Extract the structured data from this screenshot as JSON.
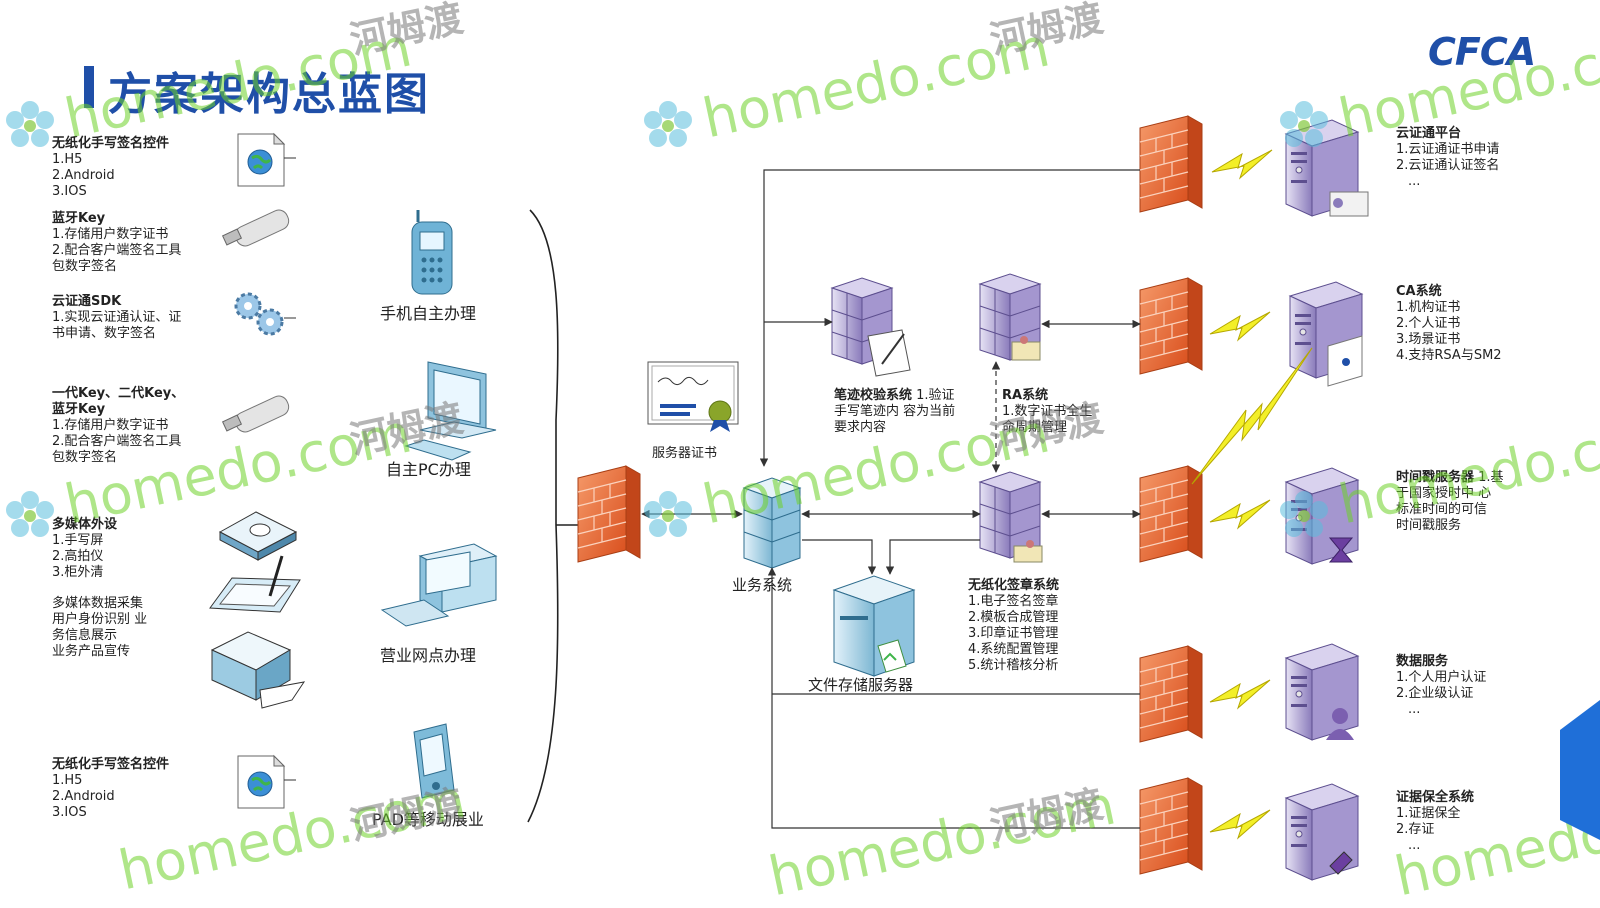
{
  "title": "方案架构总蓝图",
  "logo": "CFCA",
  "left_items": [
    {
      "heading": "无纸化手写签名控件",
      "lines": [
        "1.H5",
        "2.Android",
        "3.IOS"
      ]
    },
    {
      "heading": "蓝牙Key",
      "lines": [
        "1.存储用户数字证书",
        "2.配合客户端签名工具",
        "包数字签名"
      ]
    },
    {
      "heading": "云证通SDK",
      "lines": [
        "1.实现云证通认证、证",
        "书申请、数字签名"
      ]
    },
    {
      "heading": "一代Key、二代Key、",
      "heading2": "蓝牙Key",
      "lines": [
        "1.存储用户数字证书",
        "2.配合客户端签名工具",
        "包数字签名"
      ]
    },
    {
      "heading": "多媒体外设",
      "lines": [
        "1.手写屏",
        "2.高拍仪",
        "3.柜外清"
      ]
    },
    {
      "heading": "",
      "lines": [
        "多媒体数据采集",
        "用户身份识别 业",
        "务信息展示",
        "业务产品宣传"
      ]
    },
    {
      "heading": "无纸化手写签名控件",
      "lines": [
        "1.H5",
        "2.Android",
        "3.IOS"
      ]
    }
  ],
  "channels": [
    "手机自主办理",
    "自主PC办理",
    "营业网点办理",
    "PAD等移动展业"
  ],
  "center": {
    "server_cert": "服务器证书",
    "business_system": "业务系统",
    "file_server": "文件存储服务器"
  },
  "middle": {
    "handwriting": {
      "heading": "笔迹校验系统",
      "text": "1.验证手写笔迹内 容为当前要求内容"
    },
    "ra": {
      "heading": "RA系统",
      "lines": [
        "1.数字证书全生",
        "命周期管理"
      ]
    },
    "paperless": {
      "heading": "无纸化签章系统",
      "lines": [
        "1.电子签名签章",
        "2.模板合成管理",
        "3.印章证书管理",
        "4.系统配置管理",
        "5.统计稽核分析"
      ]
    }
  },
  "right_items": [
    {
      "heading": "云证通平台",
      "lines": [
        "1.云证通证书申请",
        "2.云证通认证签名",
        "..."
      ]
    },
    {
      "heading": "CA系统",
      "lines": [
        "1.机构证书",
        "2.个人证书",
        "3.场景证书",
        "4.支持RSA与SM2"
      ]
    },
    {
      "heading": "时间戳服务器",
      "lines": [
        "1.基",
        "于国家授时中 心",
        "标准时间的可信",
        "时间戳服务"
      ]
    },
    {
      "heading": "数据服务",
      "lines": [
        "1.个人用户认证",
        "2.企业级认证",
        "..."
      ]
    },
    {
      "heading": "证据保全系统",
      "lines": [
        "1.证据保全",
        "2.存证",
        "..."
      ]
    }
  ],
  "watermarks": {
    "en": "homedo.com",
    "cn": "河姆渡"
  },
  "icons": [
    "document-globe-icon",
    "usb-key-icon",
    "gears-icon",
    "usb-key-icon",
    "signature-pad-icon",
    "tablet-pen-icon",
    "scanner-icon",
    "document-globe-icon",
    "mobile-phone-icon",
    "desktop-pc-icon",
    "workstation-icon",
    "pda-icon",
    "certificate-icon",
    "firewall-icon",
    "server-icon",
    "lightning-link-icon"
  ],
  "colors": {
    "title": "#1f4fa8",
    "firewall": "#e8632c",
    "lightning": "#f3ef28",
    "server": "#9b8cc6",
    "watermark": "#7fd44a"
  }
}
